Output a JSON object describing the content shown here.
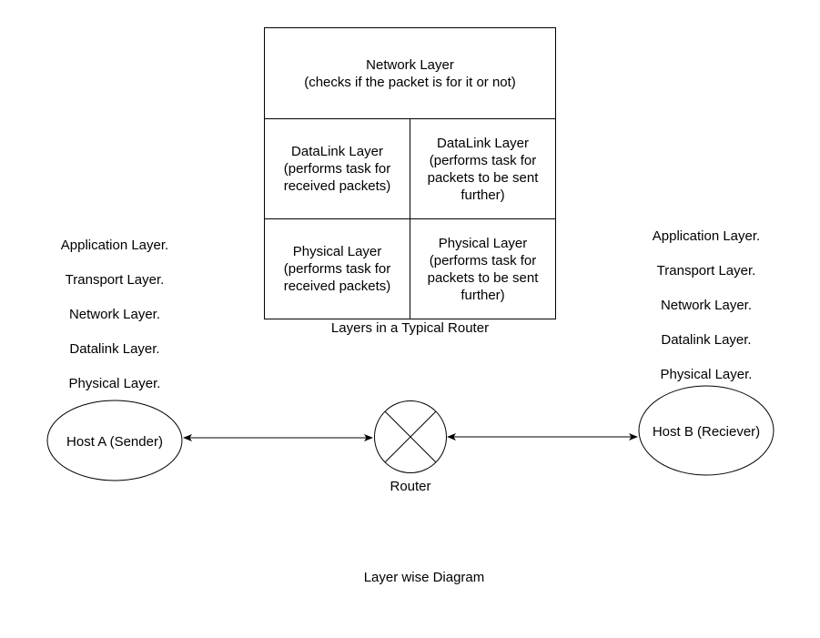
{
  "router_box": {
    "network": [
      "Network Layer",
      "(checks if the packet is for it or not)"
    ],
    "datalink_received": [
      "DataLink Layer",
      "(performs task for",
      "received packets)"
    ],
    "datalink_sent": [
      "DataLink Layer",
      "(performs task for",
      "packets to be sent",
      "further)"
    ],
    "physical_received": [
      "Physical Layer",
      "(performs task for",
      "received packets)"
    ],
    "physical_sent": [
      "Physical Layer",
      "(performs task for",
      "packets to be sent",
      "further)"
    ],
    "caption": "Layers in a Typical Router"
  },
  "host_a": {
    "label": "Host A (Sender)",
    "layers": [
      "Application Layer.",
      "Transport Layer.",
      "Network Layer.",
      "Datalink Layer.",
      "Physical Layer."
    ]
  },
  "host_b": {
    "label": "Host B (Reciever)",
    "layers": [
      "Application Layer.",
      "Transport Layer.",
      "Network Layer.",
      "Datalink Layer.",
      "Physical Layer."
    ]
  },
  "router": {
    "label": "Router"
  },
  "diagram_title": "Layer wise Diagram"
}
